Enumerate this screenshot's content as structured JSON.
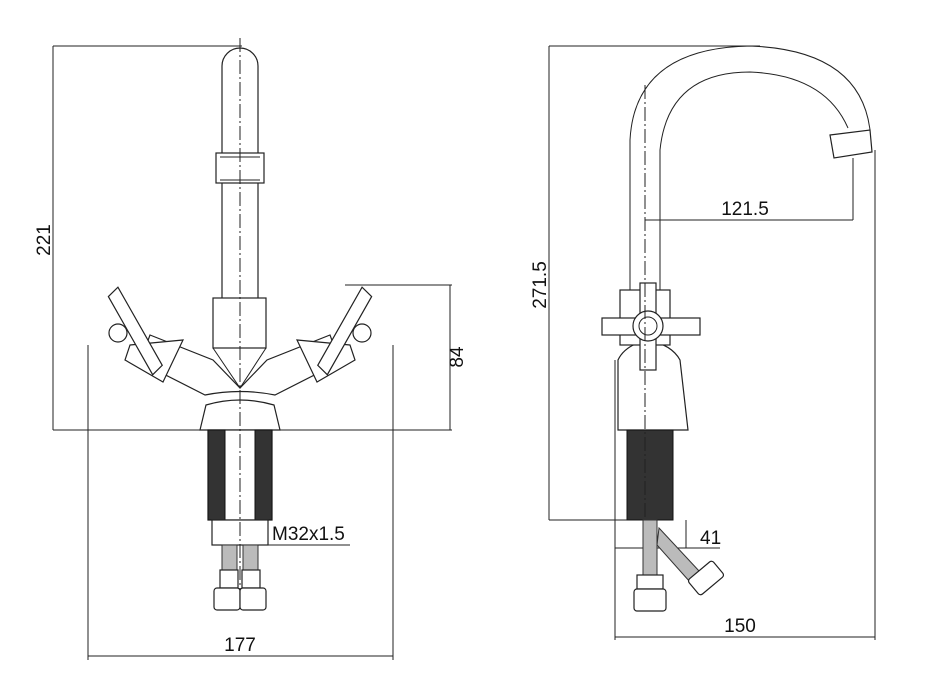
{
  "front_view": {
    "height_label": "221",
    "handle_height_label": "84",
    "width_label": "177",
    "thread_label": "M32x1.5"
  },
  "side_view": {
    "height_label": "271.5",
    "reach_label": "121.5",
    "hose_offset_label": "41",
    "depth_label": "150"
  }
}
